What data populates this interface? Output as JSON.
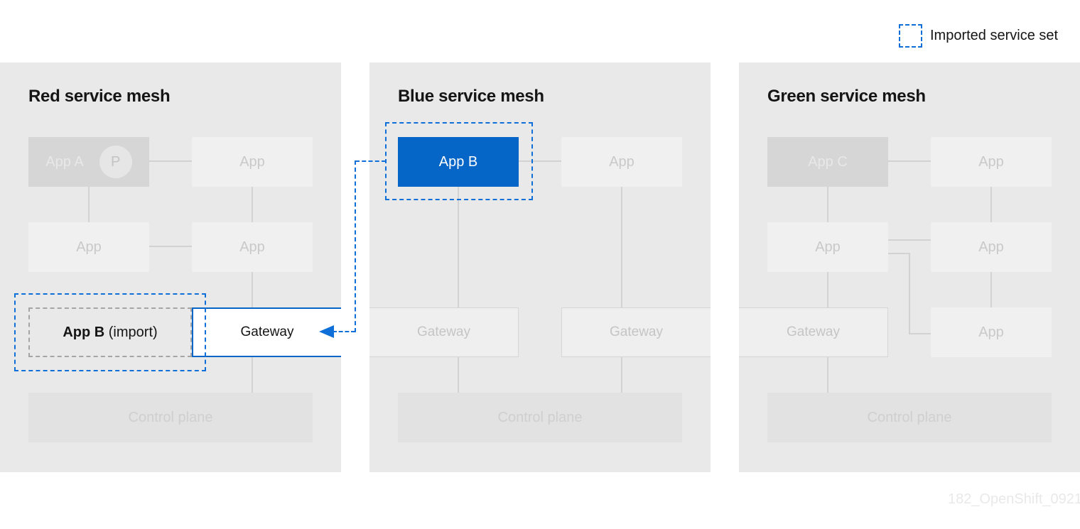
{
  "legend": {
    "label": "Imported service set"
  },
  "watermark": "182_OpenShift_0921",
  "colors": {
    "accent_blue": "#0566c8",
    "dashed_blue": "#0f6fd8",
    "panel_background": "#e9e9e9",
    "inactive_box": "#f0f0f0",
    "inactive_dark_box": "#d6d6d6",
    "control_plane_box": "#e2e2e2",
    "connector": "#d2d2d2",
    "text_dark": "#151515"
  },
  "meshes": [
    {
      "title": "Red service mesh",
      "boxes": {
        "app_a": "App A",
        "app_a_badge": "P",
        "app_top_right": "App",
        "app_mid_left": "App",
        "app_mid_right": "App",
        "app_b_import_name": "App B",
        "app_b_import_suffix": " (import)",
        "gateway": "Gateway",
        "control_plane": "Control plane"
      }
    },
    {
      "title": "Blue service mesh",
      "boxes": {
        "app_b": "App B",
        "app_top_right": "App",
        "gateway_left": "Gateway",
        "gateway_right": "Gateway",
        "control_plane": "Control plane"
      }
    },
    {
      "title": "Green service mesh",
      "boxes": {
        "app_c": "App C",
        "app_top_right": "App",
        "app_mid_left": "App",
        "app_mid_right": "App",
        "app_bottom_right": "App",
        "gateway": "Gateway",
        "control_plane": "Control plane"
      }
    }
  ]
}
